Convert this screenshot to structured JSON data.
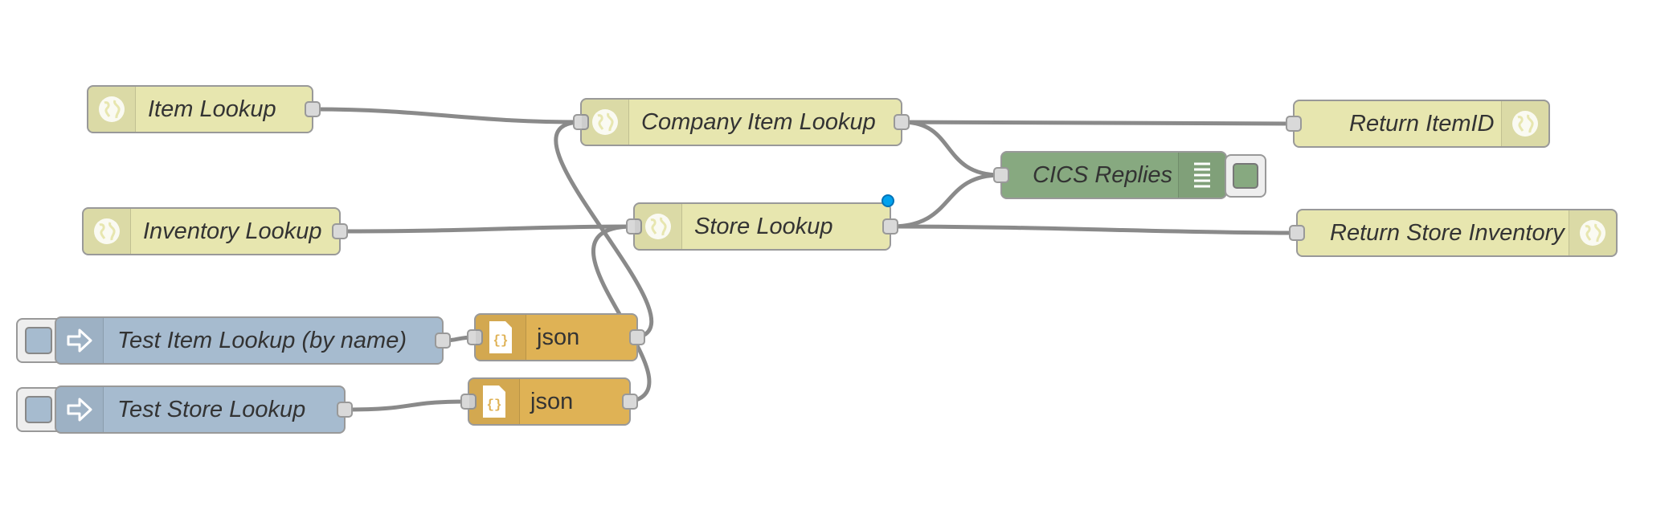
{
  "flow": {
    "nodes": {
      "item_lookup": {
        "label": "Item Lookup",
        "type": "http-in",
        "icon": "globe-icon"
      },
      "inventory_lookup": {
        "label": "Inventory Lookup",
        "type": "http-in",
        "icon": "globe-icon"
      },
      "company_item_lookup": {
        "label": "Company Item Lookup",
        "type": "http-request",
        "icon": "globe-icon"
      },
      "store_lookup": {
        "label": "Store Lookup",
        "type": "http-request",
        "icon": "globe-icon"
      },
      "cics_replies": {
        "label": "CICS Replies",
        "type": "debug",
        "icon": "debug-list-icon"
      },
      "return_itemid": {
        "label": "Return ItemID",
        "type": "http-response",
        "icon": "globe-icon"
      },
      "return_store_inventory": {
        "label": "Return Store Inventory",
        "type": "http-response",
        "icon": "globe-icon"
      },
      "test_item_lookup": {
        "label": "Test Item Lookup (by name)",
        "type": "inject",
        "icon": "arrow-in-icon"
      },
      "test_store_lookup": {
        "label": "Test Store Lookup",
        "type": "inject",
        "icon": "arrow-in-icon"
      },
      "json_1": {
        "label": "json",
        "type": "function",
        "icon": "json-icon"
      },
      "json_2": {
        "label": "json",
        "type": "function",
        "icon": "json-icon"
      }
    },
    "colors": {
      "http": "#e7e6af",
      "inject": "#a6bbcf",
      "function": "#dfb255",
      "debug": "#87a980",
      "wire": "#8a8a8a",
      "changed": "#00a2ee"
    }
  }
}
